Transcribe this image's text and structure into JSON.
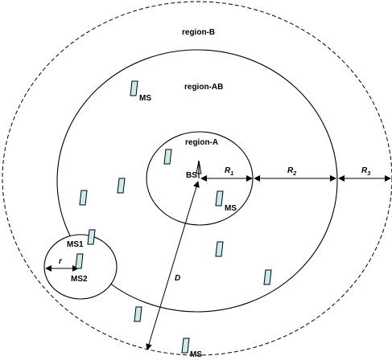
{
  "regions": {
    "outer": "region-B",
    "middle": "region-AB",
    "inner": "region-A"
  },
  "labels": {
    "bs": "BS",
    "ms_generic": "MS",
    "ms1": "MS1",
    "ms2": "MS2",
    "distance_d": "D",
    "radius_r": "r",
    "radius_R": "R",
    "R1_sub": "1",
    "R2_sub": "2",
    "R3_sub": "3"
  },
  "colors": {
    "device_fill": "#c9ecea",
    "stroke": "#000000"
  }
}
